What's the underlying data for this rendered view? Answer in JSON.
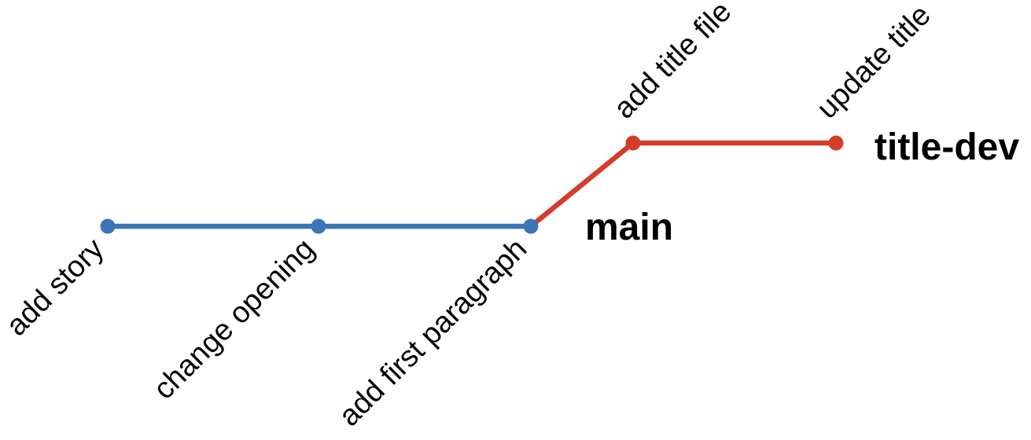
{
  "figure": {
    "background_color": "#ffffff",
    "text_color": "#000000",
    "label_rotation_deg": 45
  },
  "graph": {
    "branches": [
      {
        "label": "main",
        "color": "#3a76b5",
        "commits": [
          {
            "message": "add story"
          },
          {
            "message": "change opening"
          },
          {
            "message": "add first paragraph"
          }
        ]
      },
      {
        "label": "title-dev",
        "color": "#d43c2c",
        "commits": [
          {
            "message": "add title file"
          },
          {
            "message": "update title"
          }
        ]
      }
    ]
  }
}
